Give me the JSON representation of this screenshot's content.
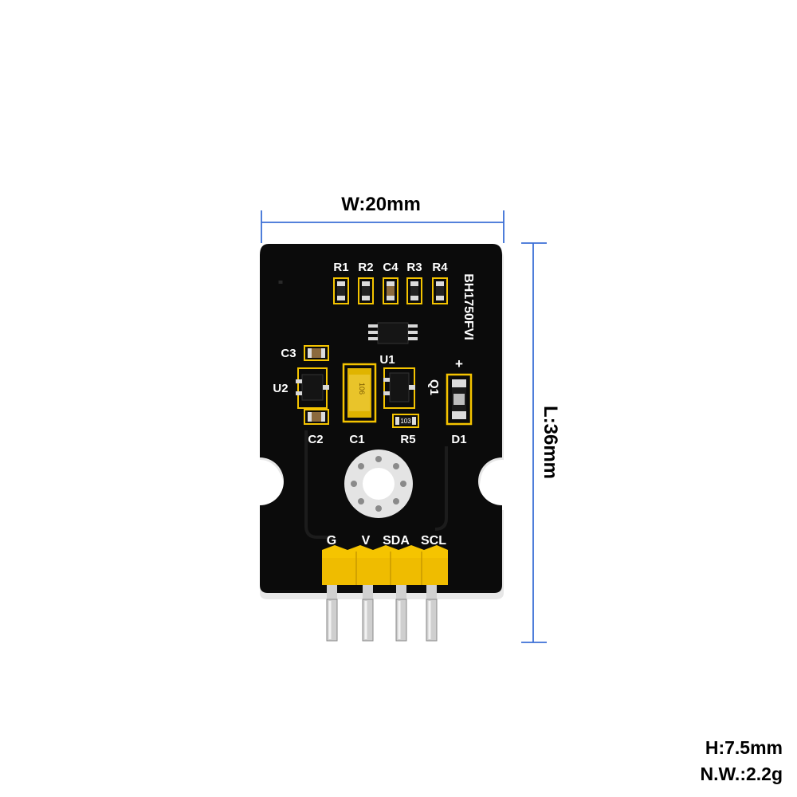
{
  "dimensions": {
    "width": "W:20mm",
    "length": "L:36mm",
    "height": "H:7.5mm",
    "net_weight": "N.W.:2.2g"
  },
  "board": {
    "chip_label": "BH1750FVI",
    "components": {
      "r1": "R1",
      "r2": "R2",
      "c4": "C4",
      "r3": "R3",
      "r4": "R4",
      "c3": "C3",
      "u1": "U1",
      "u2": "U2",
      "q1": "Q1",
      "c2": "C2",
      "c1": "C1",
      "r5": "R5",
      "d1": "D1",
      "plus": "+",
      "r5_marking": "103"
    },
    "pins": [
      "G",
      "V",
      "SDA",
      "SCL"
    ]
  },
  "colors": {
    "pcb": "#0b0b0b",
    "dimension_line": "#3b6fd6",
    "header_plastic": "#f5c400",
    "pin_metal": "#c8c8c8",
    "cap_tantalum": "#e0b400"
  }
}
